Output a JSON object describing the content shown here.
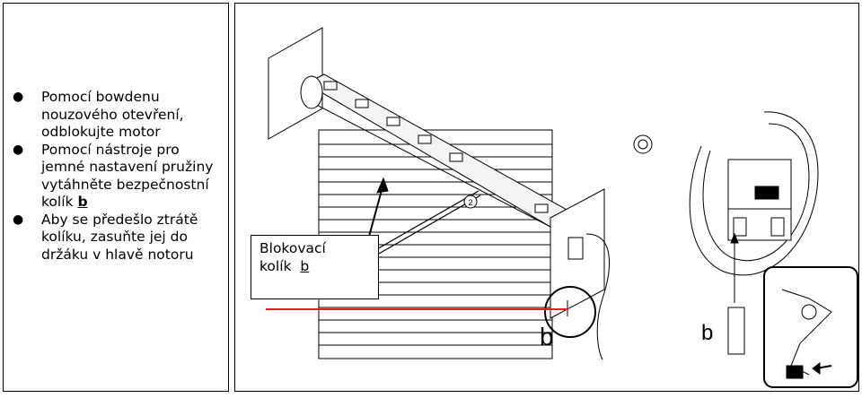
{
  "instructions": [
    {
      "text": "Pomocí bowdenu nouzového otevření, odblokujte motor"
    },
    {
      "text": "Pomocí nástroje pro jemné nastavení pružiny vytáhněte bezpečnostní kolík ",
      "emph": "b"
    },
    {
      "text": "Aby se předešlo ztrátě kolíku, zasuňte jej do držáku v hlavě notoru"
    }
  ],
  "callout": {
    "line1": "Blokovací",
    "line2": "kolík",
    "letter": "b"
  },
  "labels": {
    "circle_label": "b",
    "pin_label": "b",
    "step_number": "2"
  },
  "colors": {
    "highlight": "#e02020",
    "line": "#000000"
  }
}
